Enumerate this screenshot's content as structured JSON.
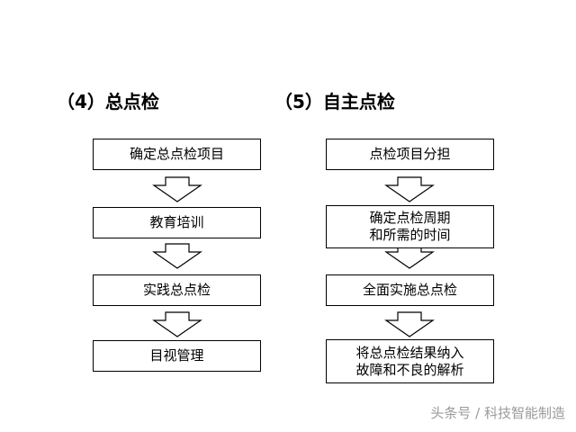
{
  "left": {
    "heading_num": "（4）",
    "heading_text": "总点检",
    "steps": [
      "确定总点检项目",
      "教育培训",
      "实践总点检",
      "目视管理"
    ]
  },
  "right": {
    "heading_num": "（5）",
    "heading_text": "自主点检",
    "steps": [
      [
        "点检项目分担"
      ],
      [
        "确定点检周期",
        "和所需的时间"
      ],
      [
        "全面实施总点检"
      ],
      [
        "将总点检结果纳入",
        "故障和不良的解析"
      ]
    ]
  },
  "watermark": "头条号 / 科技智能制造"
}
